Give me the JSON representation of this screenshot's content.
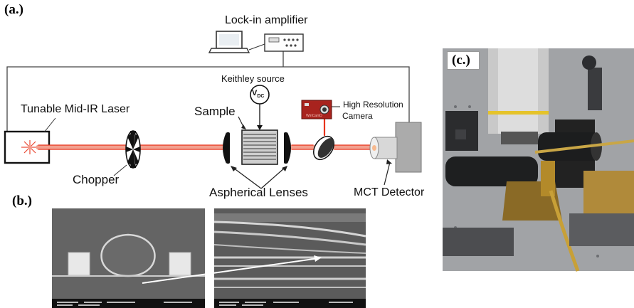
{
  "panels": {
    "a": "(a.)",
    "b": "(b.)",
    "c": "(c.)"
  },
  "labels": {
    "lockin": "Lock-in amplifier",
    "keithley": "Keithley source",
    "vdc": "V",
    "vdc_sub": "DC",
    "sample": "Sample",
    "laser": "Tunable Mid-IR Laser",
    "camera_line1": "High Resolution",
    "camera_line2": "Camera",
    "chopper": "Chopper",
    "lenses": "Aspherical Lenses",
    "detector": "MCT Detector"
  },
  "colors": {
    "beam": "#e8341c",
    "outline": "#222222",
    "camera": "#a8231e",
    "detector_body": "#aaaaaa"
  }
}
